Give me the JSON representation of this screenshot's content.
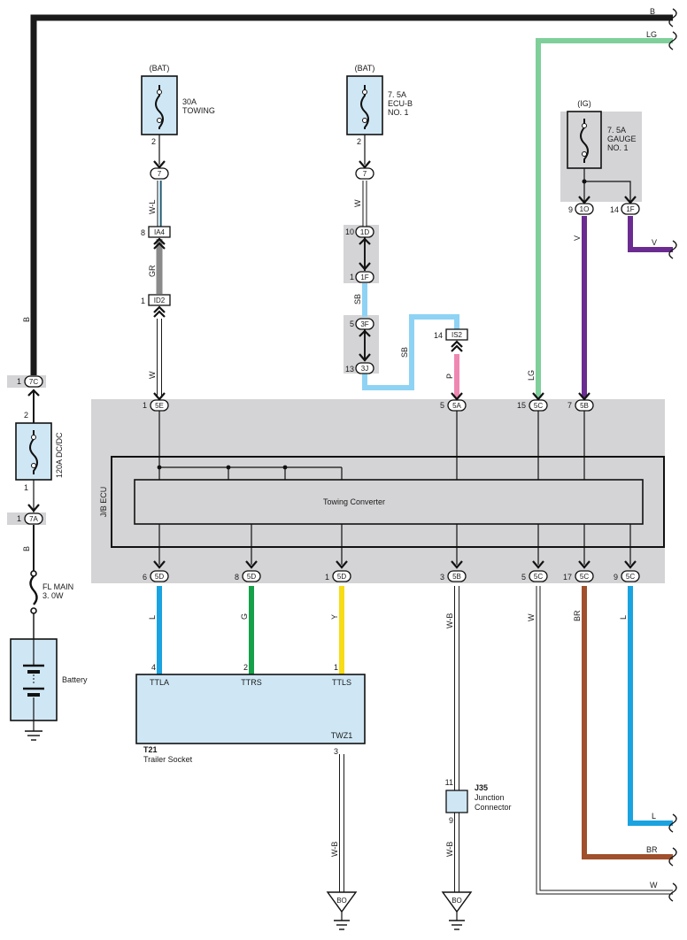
{
  "colors": {
    "B": "#1a1a1a",
    "LG": "#7fcf9b",
    "V": "#6b2c91",
    "SB": "#8fd3f4",
    "P": "#ef88b0",
    "GR": "#8a8a8a",
    "W": "#ffffff",
    "L": "#1aa3e0",
    "G": "#16a04a",
    "Y": "#f7dc16",
    "BR": "#a0502c",
    "WB": "#ffffff",
    "panel": "#d4d4d6",
    "fill": "#cfe7f5"
  },
  "sources": {
    "bat1": "(BAT)",
    "bat2": "(BAT)",
    "ig": "(IG)"
  },
  "fuses": {
    "towing": {
      "l1": "30A",
      "l2": "TOWING",
      "pin": "2"
    },
    "ecub": {
      "l1": "7. 5A",
      "l2": "ECU-B",
      "l3": "NO. 1",
      "pin": "2"
    },
    "gauge": {
      "l1": "7. 5A",
      "l2": "GAUGE",
      "l3": "NO. 1"
    },
    "dcdc": {
      "label": "120A DC/DC",
      "pin_top": "2",
      "pin_bot": "1"
    },
    "flmain": {
      "l1": "FL MAIN",
      "l2": "3. 0W"
    }
  },
  "connectors": {
    "c7a": {
      "pin": "",
      "id": "7"
    },
    "c7b": {
      "pin": "",
      "id": "7"
    },
    "ia4": {
      "pin": "8",
      "id": "IA4"
    },
    "id2": {
      "pin": "1",
      "id": "ID2"
    },
    "c1d": {
      "pin": "10",
      "id": "1D"
    },
    "c1f_a": {
      "pin": "1",
      "id": "1F"
    },
    "c3f": {
      "pin": "5",
      "id": "3F"
    },
    "c3j": {
      "pin": "13",
      "id": "3J"
    },
    "is2": {
      "pin": "14",
      "id": "IS2"
    },
    "c1o": {
      "pin": "9",
      "id": "1O"
    },
    "c1f_b": {
      "pin": "14",
      "id": "1F"
    },
    "c7c": {
      "pin": "1",
      "id": "7C"
    },
    "c7a2": {
      "pin": "1",
      "id": "7A"
    },
    "top5e": {
      "pin": "1",
      "id": "5E"
    },
    "top5a": {
      "pin": "5",
      "id": "5A"
    },
    "top5c": {
      "pin": "15",
      "id": "5C"
    },
    "top5b": {
      "pin": "7",
      "id": "5B"
    },
    "b5d1": {
      "pin": "6",
      "id": "5D"
    },
    "b5d2": {
      "pin": "8",
      "id": "5D"
    },
    "b5d3": {
      "pin": "1",
      "id": "5D"
    },
    "b5b": {
      "pin": "3",
      "id": "5B"
    },
    "b5c1": {
      "pin": "5",
      "id": "5C"
    },
    "b5c2": {
      "pin": "17",
      "id": "5C"
    },
    "b5c3": {
      "pin": "9",
      "id": "5C"
    }
  },
  "wire_labels": {
    "B_top": "B",
    "B_left": "B",
    "B_low": "B",
    "LG_top": "LG",
    "LG_mid": "LG",
    "WL": "W-L",
    "GR": "GR",
    "W1": "W",
    "W2": "W",
    "SB1": "SB",
    "SB2": "SB",
    "P": "P",
    "V1": "V",
    "V2": "V",
    "L1": "L",
    "G": "G",
    "Y": "Y",
    "WB1": "W-B",
    "W3": "W",
    "BR1": "BR",
    "L2": "L",
    "WB2": "W-B",
    "WB3": "W-B",
    "L_end": "L",
    "BR_end": "BR",
    "W_end": "W"
  },
  "ecu": {
    "side_label": "J/B ECU",
    "inner": "Towing Converter"
  },
  "trailer_socket": {
    "code": "T21",
    "name": "Trailer Socket",
    "pins": [
      {
        "num": "4",
        "name": "TTLA"
      },
      {
        "num": "2",
        "name": "TTRS"
      },
      {
        "num": "1",
        "name": "TTLS"
      }
    ],
    "ground_pin": {
      "num": "3",
      "name": "TWZ1"
    }
  },
  "junction": {
    "code": "J35",
    "l1": "Junction",
    "l2": "Connector",
    "pin_top": "11",
    "pin_bot": "9"
  },
  "battery": {
    "label": "Battery"
  },
  "grounds": {
    "g1": "BO",
    "g2": "BO"
  }
}
